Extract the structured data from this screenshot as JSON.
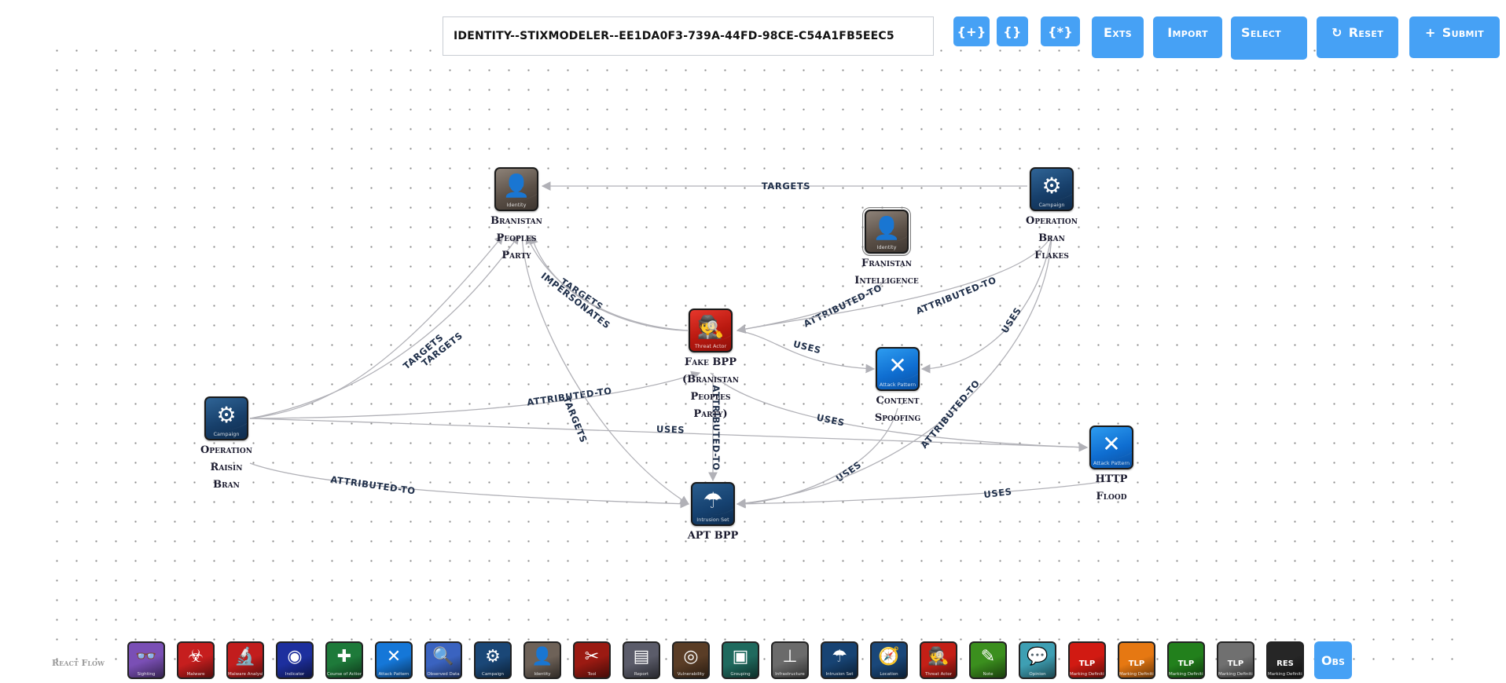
{
  "toolbar": {
    "identity_id": "IDENTITY--STIXMODELER--EE1DA0F3-739A-44FD-98CE-C54A1FB5EEC5",
    "buttons": [
      {
        "label": "{+}",
        "icon": ""
      },
      {
        "label": "{}",
        "icon": ""
      },
      {
        "label": "{*}",
        "icon": ""
      },
      {
        "label": "Exts",
        "icon": ""
      },
      {
        "label": "Import",
        "icon": ""
      },
      {
        "label": "Select",
        "icon": ""
      },
      {
        "label": "Reset",
        "icon": "reset-icon",
        "glyph": "↻"
      },
      {
        "label": "Submit",
        "icon": "plus-icon",
        "glyph": "+"
      }
    ]
  },
  "nodes": [
    {
      "id": "branistan",
      "type": "Identity",
      "label": "Branistan Peoples Party",
      "lines": [
        "Branistan",
        "Peoples",
        "Party"
      ],
      "glyph": "👤"
    },
    {
      "id": "bran_flakes",
      "type": "Campaign",
      "label": "Operation Bran Flakes",
      "lines": [
        "Operation",
        "Bran",
        "Flakes"
      ],
      "glyph": "⚙"
    },
    {
      "id": "franistan",
      "type": "Identity",
      "label": "Franistan Intelligence",
      "lines": [
        "Franistan",
        "Intelligence"
      ],
      "glyph": "👤",
      "selected": true
    },
    {
      "id": "fake_bpp",
      "type": "Threat Actor",
      "label": "Fake BPP (Branistan Peoples Party)",
      "lines": [
        "Fake BPP",
        "(Branistan",
        "Peoples",
        "Party)"
      ],
      "glyph": "🕵"
    },
    {
      "id": "content_spoofing",
      "type": "Attack Pattern",
      "label": "Content Spoofing",
      "lines": [
        "Content",
        "Spoofing"
      ],
      "glyph": "✕"
    },
    {
      "id": "raisin_bran",
      "type": "Campaign",
      "label": "Operation Raisin Bran",
      "lines": [
        "Operation",
        "Raisin",
        "Bran"
      ],
      "glyph": "⚙"
    },
    {
      "id": "http_flood",
      "type": "Attack Pattern",
      "label": "HTTP Flood",
      "lines": [
        "HTTP",
        "Flood"
      ],
      "glyph": "✕"
    },
    {
      "id": "apt_bpp",
      "type": "Intrusion Set",
      "label": "APT BPP",
      "lines": [
        "APT BPP"
      ],
      "glyph": "☂"
    }
  ],
  "edges": [
    {
      "source": "bran_flakes",
      "target": "branistan",
      "label": "TARGETS"
    },
    {
      "source": "franistan",
      "target": "fake_bpp",
      "label": "ATTRIBUTED-TO",
      "note": "source label"
    },
    {
      "source": "bran_flakes",
      "target": "fake_bpp",
      "label": "ATTRIBUTED-TO"
    },
    {
      "source": "fake_bpp",
      "target": "content_spoofing",
      "label": "USES"
    },
    {
      "source": "bran_flakes",
      "target": "content_spoofing",
      "label": "USES"
    },
    {
      "source": "fake_bpp",
      "target": "branistan",
      "label": "TARGETS"
    },
    {
      "source": "fake_bpp",
      "target": "branistan",
      "label": "IMPERSONATES"
    },
    {
      "source": "raisin_bran",
      "target": "branistan",
      "label": "TARGETS"
    },
    {
      "source": "raisin_bran",
      "target": "branistan",
      "label": "TARGETS"
    },
    {
      "source": "raisin_bran",
      "target": "fake_bpp",
      "label": "ATTRIBUTED-TO"
    },
    {
      "source": "raisin_bran",
      "target": "http_flood",
      "label": "USES"
    },
    {
      "source": "fake_bpp",
      "target": "http_flood",
      "label": "USES"
    },
    {
      "source": "apt_bpp",
      "target": "branistan",
      "label": "TARGETS"
    },
    {
      "source": "fake_bpp",
      "target": "apt_bpp",
      "label": "ATTRIBUTED-TO"
    },
    {
      "source": "raisin_bran",
      "target": "apt_bpp",
      "label": "ATTRIBUTED-TO"
    },
    {
      "source": "content_spoofing",
      "target": "apt_bpp",
      "label": "USES"
    },
    {
      "source": "bran_flakes",
      "target": "apt_bpp",
      "label": "ATTRIBUTED-TO"
    },
    {
      "source": "http_flood",
      "target": "apt_bpp",
      "label": "USES"
    }
  ],
  "palette": [
    {
      "label": "Sighting",
      "color": "#7a4fb5",
      "glyph": "👓"
    },
    {
      "label": "Malware",
      "color": "#c61e1e",
      "glyph": "☣"
    },
    {
      "label": "Malware Analysis",
      "color": "#c21d1d",
      "glyph": "🔬"
    },
    {
      "label": "Indicator",
      "color": "#1d2f9e",
      "glyph": "◉"
    },
    {
      "label": "Course of Action",
      "color": "#1e7a3a",
      "glyph": "✚"
    },
    {
      "label": "Attack Pattern",
      "color": "#1577d8",
      "glyph": "✕"
    },
    {
      "label": "Observed Data",
      "color": "#3a63c0",
      "glyph": "🔍"
    },
    {
      "label": "Campaign",
      "color": "#1a4777",
      "glyph": "⚙"
    },
    {
      "label": "Identity",
      "color": "#6e6258",
      "glyph": "👤"
    },
    {
      "label": "Tool",
      "color": "#9b1a12",
      "glyph": "✂"
    },
    {
      "label": "Report",
      "color": "#5b5c6a",
      "glyph": "▤"
    },
    {
      "label": "Vulnerability",
      "color": "#5a3d26",
      "glyph": "◎"
    },
    {
      "label": "Grouping",
      "color": "#1f6a5e",
      "glyph": "▣"
    },
    {
      "label": "Infrastructure",
      "color": "#6b6b6b",
      "glyph": "⊥"
    },
    {
      "label": "Intrusion Set",
      "color": "#174373",
      "glyph": "☂"
    },
    {
      "label": "Location",
      "color": "#1a4779",
      "glyph": "🧭"
    },
    {
      "label": "Threat Actor",
      "color": "#c41f16",
      "glyph": "🕵"
    },
    {
      "label": "Note",
      "color": "#3b8f1e",
      "glyph": "✎"
    },
    {
      "label": "Opinion",
      "color": "#3e9fb3",
      "glyph": "💬"
    },
    {
      "label": "Marking Definition",
      "color": "#d11a12",
      "glyph": "TLP"
    },
    {
      "label": "Marking Definition",
      "color": "#e67812",
      "glyph": "TLP"
    },
    {
      "label": "Marking Definition",
      "color": "#22801c",
      "glyph": "TLP"
    },
    {
      "label": "Marking Definition",
      "color": "#707070",
      "glyph": "TLP"
    },
    {
      "label": "Marking Definition",
      "color": "#262626",
      "glyph": "RES"
    }
  ],
  "obs_button": "Obs",
  "attribution": "React Flow",
  "colors": {
    "accent": "#46a1f5",
    "edge": "#b1b1b7",
    "edge_label": "#1f2f4a"
  }
}
